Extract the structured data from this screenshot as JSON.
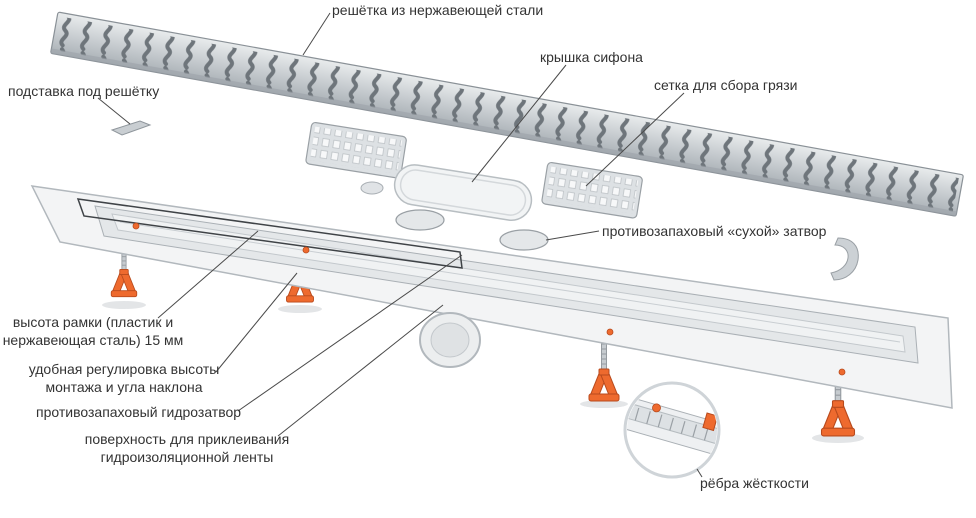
{
  "colors": {
    "accent_orange": "#ee6a2e",
    "metal": "#c3c9cd",
    "leader_line": "#4a4a4a",
    "text": "#333333",
    "background": "#ffffff"
  },
  "callouts": [
    {
      "id": "grate",
      "text": "решётка из нержавеющей стали"
    },
    {
      "id": "siphon-cover",
      "text": "крышка сифона"
    },
    {
      "id": "dirt-mesh",
      "text": "сетка для сбора грязи"
    },
    {
      "id": "grate-stand",
      "text": "подставка под решётку"
    },
    {
      "id": "dry-trap",
      "text": "противозапаховый «сухой» затвор"
    },
    {
      "id": "frame-height",
      "text": "высота рамки (пластик и нержавеющая сталь) 15 мм"
    },
    {
      "id": "height-adjustment",
      "text": "удобная регулировка высоты монтажа и угла наклона"
    },
    {
      "id": "water-trap",
      "text": "противозапаховый гидрозатвор"
    },
    {
      "id": "tape-surface",
      "text": "поверхность для приклеивания гидроизоляционной ленты"
    },
    {
      "id": "stiffening-ribs",
      "text": "рёбра жёсткости"
    }
  ]
}
